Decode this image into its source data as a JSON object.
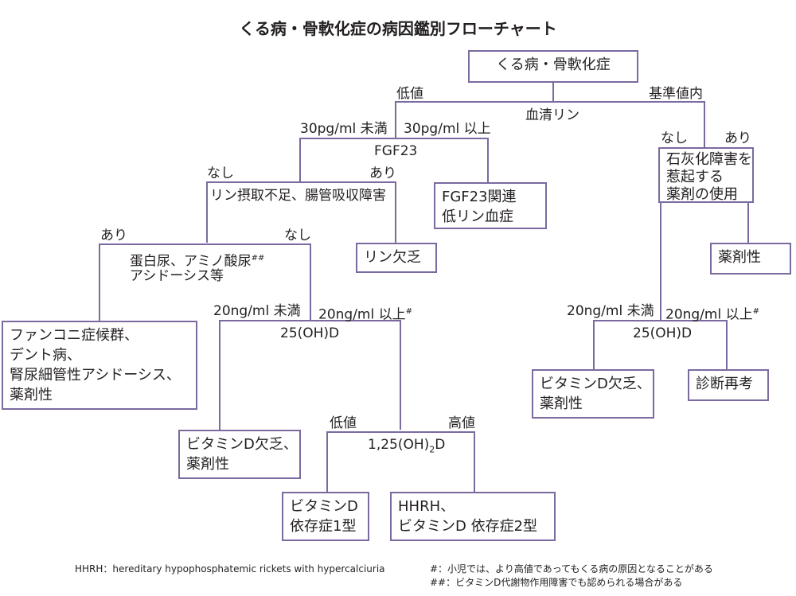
{
  "title": "くる病・骨軟化症の病因鑑別フローチャート",
  "nodes": {
    "root": "くる病・骨軟化症",
    "serum_p": "血清リン",
    "fgf23": "FGF23",
    "intake": "リン摂取不足、腸管吸収障害",
    "fgf23_related_l1": "FGF23関連",
    "fgf23_related_l2": "低リン血症",
    "p_deficiency": "リン欠乏",
    "proteinuria_l1": "蛋白尿、アミノ酸尿",
    "proteinuria_mark": "##",
    "proteinuria_l2": "アシドーシス等",
    "fanconi_l1": "ファンコニ症候群、",
    "fanconi_l2": "デント病、",
    "fanconi_l3": "腎尿細管性アシドーシス、",
    "fanconi_l4": "薬剤性",
    "ohd_left": "25(OH)D",
    "vitd_def_left_l1": "ビタミンD欠乏、",
    "vitd_def_left_l2": "薬剤性",
    "calcitriol_main": "1,25(OH)",
    "calcitriol_sub": "2",
    "calcitriol_end": "D",
    "vdd1_l1": "ビタミンD",
    "vdd1_l2": "依存症1型",
    "hhrh_l1": "HHRH、",
    "hhrh_l2": "ビタミンD 依存症2型",
    "drug_l1": "石灰化障害を",
    "drug_l2": "惹起する",
    "drug_l3": "薬剤の使用",
    "drug_induced": "薬剤性",
    "ohd_right": "25(OH)D",
    "vitd_def_right_l1": "ビタミンD欠乏、",
    "vitd_def_right_l2": "薬剤性",
    "reconsider": "診断再考"
  },
  "labels": {
    "low": "低値",
    "normal": "基準値内",
    "lt30": "30pg/ml 未満",
    "ge30": "30pg/ml 以上",
    "none1": "なし",
    "yes1": "あり",
    "yes2": "あり",
    "none2": "なし",
    "lt20_left": "20ng/ml 未満",
    "ge20_left": "20ng/ml 以上",
    "hash_left": "#",
    "low2": "低値",
    "high2": "高値",
    "none3": "なし",
    "yes3": "あり",
    "lt20_right": "20ng/ml 未満",
    "ge20_right": "20ng/ml 以上",
    "hash_right": "#"
  },
  "footnotes": {
    "hhrh": "HHRH：hereditary hypophosphatemic rickets with hypercalciuria",
    "note1": "#：小児では、より高値であってもくる病の原因となることがある",
    "note2": "##：ビタミンD代謝物作用障害でも認められる場合がある"
  },
  "colors": {
    "box_border": "#7a6aa0",
    "line": "#7a6aa0",
    "text": "#231f20"
  }
}
